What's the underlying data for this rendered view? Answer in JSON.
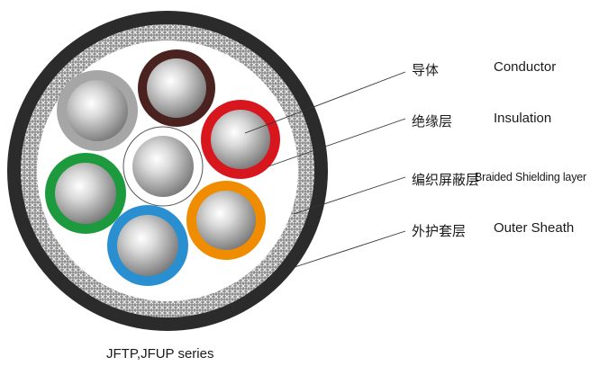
{
  "labels": [
    {
      "cn": "导体",
      "en": "Conductor"
    },
    {
      "cn": "绝缘层",
      "en": "Insulation"
    },
    {
      "cn": "编织屏蔽层",
      "en": "Braided Shielding layer"
    },
    {
      "cn": "外护套层",
      "en": "Outer Sheath"
    }
  ],
  "caption": "JFTP,JFUP series",
  "colors": {
    "outer_sheath": "#2b2b2b",
    "shield_braid": "#9a9a9a",
    "insulation_gray": "#a6a6a6",
    "insulation_brown": "#4a2320",
    "insulation_red": "#d8161e",
    "insulation_orange": "#f08c00",
    "insulation_blue": "#2a8fd0",
    "insulation_green": "#1e9a3e",
    "center_filler": "#ffffff"
  }
}
